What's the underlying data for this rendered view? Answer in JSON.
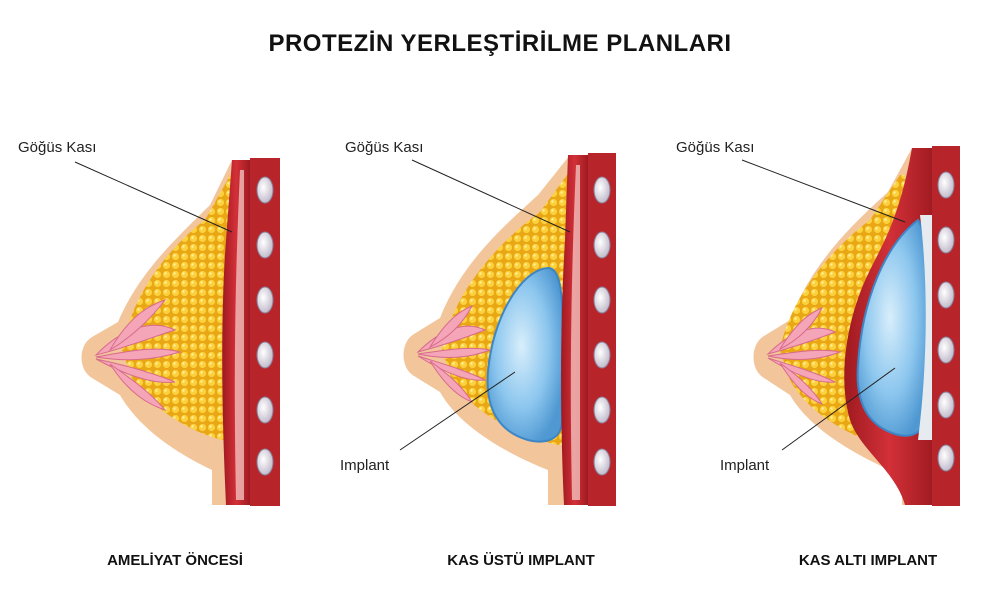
{
  "title": "PROTEZİN YERLEŞTİRİLME PLANLARI",
  "panels": [
    {
      "muscle_label": "Göğüs Kası",
      "caption": "AMELİYAT ÖNCESİ"
    },
    {
      "muscle_label": "Göğüs Kası",
      "implant_label": "Implant",
      "caption": "KAS ÜSTÜ IMPLANT"
    },
    {
      "muscle_label": "Göğüs Kası",
      "implant_label": "Implant",
      "caption": "KAS ALTI IMPLANT"
    }
  ],
  "colors": {
    "skin": "#f2c59a",
    "fat": "#f7c52a",
    "muscle": "#c8252a",
    "implant": "#6fb4e6",
    "gland": "#f4a5b8"
  }
}
